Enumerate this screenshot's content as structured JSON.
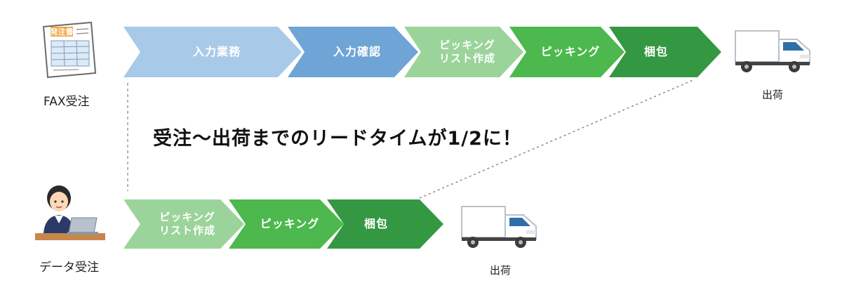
{
  "top_flow": {
    "source_label": "FAX受注",
    "source_icon": "fax-order-sheet-icon",
    "form_heading": "発注書",
    "steps": [
      {
        "label": "入力業務",
        "color": "#a9c9e8"
      },
      {
        "label": "入力確認",
        "color": "#6fa4d6"
      },
      {
        "label": "ピッキング\nリスト作成",
        "color": "#9bd49a"
      },
      {
        "label": "ピッキング",
        "color": "#4cb84d"
      },
      {
        "label": "梱包",
        "color": "#349842"
      }
    ],
    "destination_label": "出荷",
    "destination_icon": "delivery-truck-icon"
  },
  "headline": "受注～出荷までのリードタイムが1/2に！",
  "bottom_flow": {
    "source_label": "データ受注",
    "source_icon": "person-at-laptop-icon",
    "steps": [
      {
        "label": "ピッキング\nリスト作成",
        "color": "#9bd49a"
      },
      {
        "label": "ピッキング",
        "color": "#4cb84d"
      },
      {
        "label": "梱包",
        "color": "#349842"
      }
    ],
    "destination_label": "出荷",
    "destination_icon": "delivery-truck-icon"
  }
}
